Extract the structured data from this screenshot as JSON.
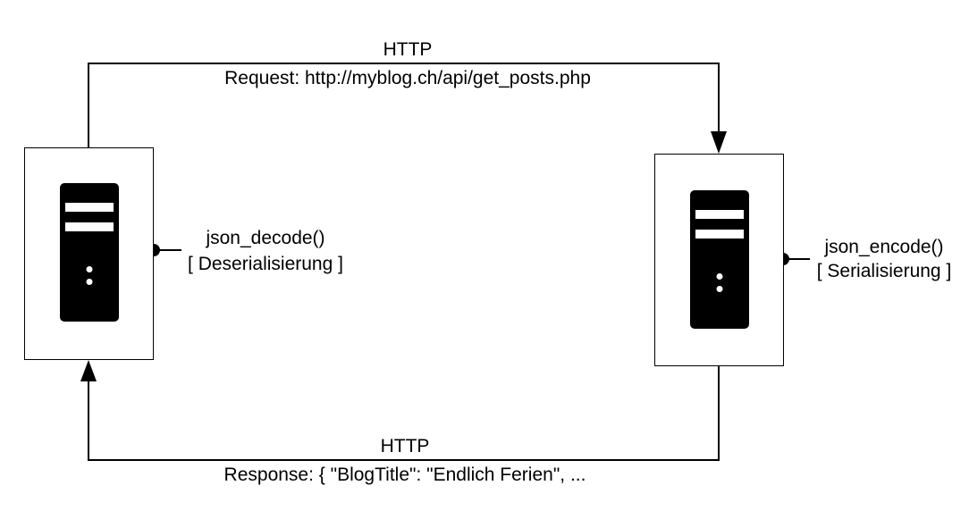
{
  "request": {
    "protocol": "HTTP",
    "text": "Request: http://myblog.ch/api/get_posts.php"
  },
  "response": {
    "protocol": "HTTP",
    "text": "Response: { \"BlogTitle\": \"Endlich Ferien\", ..."
  },
  "client": {
    "function": "json_decode()",
    "operation": "[ Deserialisierung ]"
  },
  "server": {
    "function": "json_encode()",
    "operation": "[ Serialisierung ]"
  }
}
